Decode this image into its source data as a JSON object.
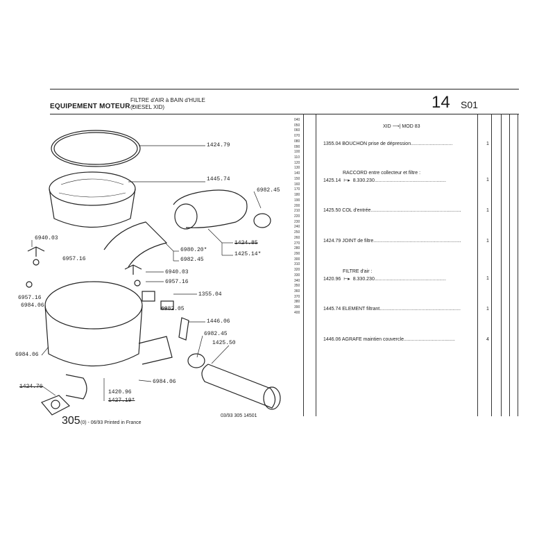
{
  "header": {
    "section_title": "EQUIPEMENT MOTEUR -",
    "subtitle_line1": "FILTRE d'AIR à BAIN d'HUILE",
    "subtitle_line2": "(DIESEL XID)",
    "page_number": "14",
    "page_code": "S01"
  },
  "applicability": "XID ⟶| MOD 83",
  "row_numbers": [
    "040",
    "050",
    "060",
    "070",
    "080",
    "090",
    "100",
    "110",
    "120",
    "130",
    "140",
    "150",
    "160",
    "170",
    "180",
    "190",
    "200",
    "210",
    "220",
    "230",
    "240",
    "250",
    "260",
    "270",
    "280",
    "290",
    "300",
    "310",
    "320",
    "330",
    "340",
    "350",
    "360",
    "370",
    "380",
    "390",
    "400"
  ],
  "parts": [
    {
      "ref": "1355.04",
      "desc": "BOUCHON prise de dépression",
      "qty": "1"
    },
    {
      "ref": "",
      "desc": "RACCORD entre collecteur et filtre :",
      "qty": ""
    },
    {
      "ref": "1425.14",
      "desc": "⊢▸  8.330.230",
      "qty": "1"
    },
    {
      "ref": "1425.50",
      "desc": "COL d'entrée",
      "qty": "1"
    },
    {
      "ref": "1424.79",
      "desc": "JOINT de filtre",
      "qty": "1"
    },
    {
      "ref": "",
      "desc": "FILTRE d'air :",
      "qty": ""
    },
    {
      "ref": "1420.96",
      "desc": "⊢▸  8.330.230",
      "qty": "1"
    },
    {
      "ref": "1445.74",
      "desc": "ELEMENT filtrant",
      "qty": "1"
    },
    {
      "ref": "1446.06",
      "desc": "AGRAFE maintien couvercle",
      "qty": "4"
    }
  ],
  "callouts": {
    "c1424_79": "1424.79",
    "c1445_74": "1445.74",
    "c6982_45a": "6982.45",
    "c1424_85": "1424.85",
    "c1425_14": "1425.14*",
    "c6980_20": "6980.20*",
    "c6982_45b": "6982.45",
    "c6940_03a": "6940.03",
    "c6957_16a": "6957.16",
    "c6940_03b": "6940.03",
    "c6957_16b": "6957.16",
    "c1355_04": "1355.04",
    "c6957_16c": "6957.16",
    "c6984_06a": "6984.06",
    "c6982_05": "6982.05",
    "c1446_06": "1446.06",
    "c6982_45c": "6982.45",
    "c1425_50": "1425.50",
    "c6984_06b": "6984.06",
    "c6984_06c": "6984.06",
    "c1424_76": "1424.76",
    "c1420_96": "1420.96",
    "c1427_19": "1427.19*"
  },
  "footer": {
    "page": "305",
    "page_suffix": "(0) - 06/93 Printed in France",
    "doc_ref": "03/93  305  14501"
  }
}
